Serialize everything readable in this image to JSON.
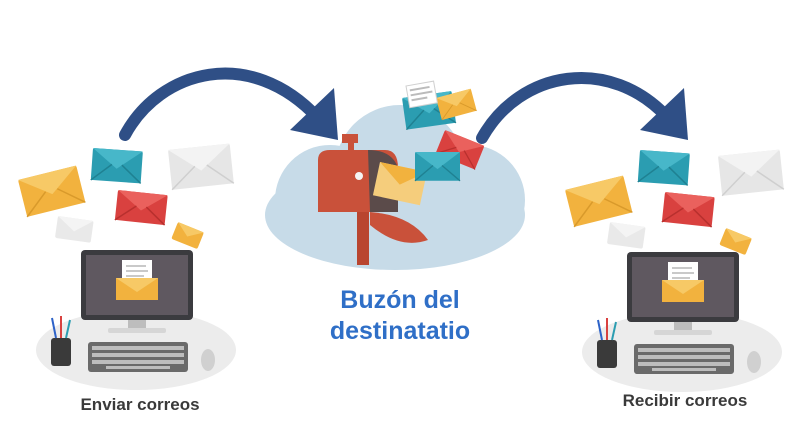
{
  "center": {
    "title_line1": "Buzón del",
    "title_line2": "destinatatio"
  },
  "left": {
    "caption": "Enviar correos"
  },
  "right": {
    "caption": "Recibir correos"
  },
  "colors": {
    "arrow": "#2f4f86",
    "cloud": "#c7dbe8",
    "mailbox": "#c9513a",
    "envelope_yellow": "#f2b23e",
    "envelope_teal": "#2b9db1",
    "envelope_red": "#d9413f",
    "envelope_grey": "#e6e6e6",
    "desk": "#e8e8e8",
    "monitor": "#3b3b3f",
    "screen": "#5f5860",
    "title_blue": "#2f6fc7"
  }
}
